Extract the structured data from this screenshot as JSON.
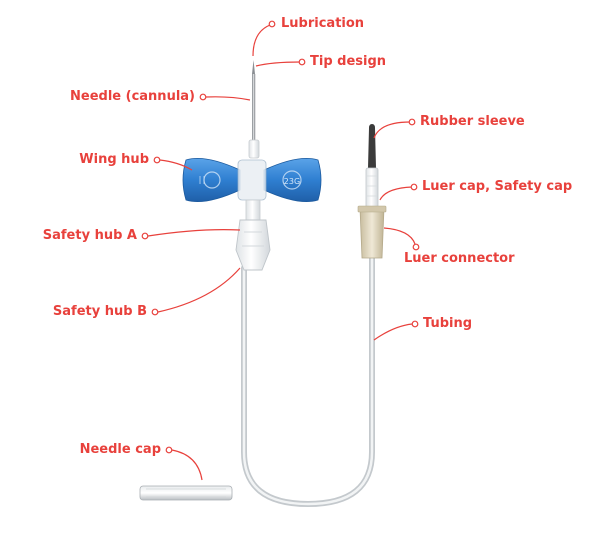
{
  "colors": {
    "label": "#e8413c",
    "wing": "#2f7fd1",
    "wing_dark": "#1f5fa8",
    "tube": "#d9dde0",
    "sleeve": "#3a3a3a",
    "connector": "#d8ceb8"
  },
  "labels": {
    "lubrication": "Lubrication",
    "tip_design": "Tip design",
    "needle": "Needle (cannula)",
    "rubber_sleeve": "Rubber sleeve",
    "wing_hub": "Wing hub",
    "luer_cap": "Luer cap, Safety cap",
    "safety_hub_a": "Safety hub A",
    "luer_connector": "Luer connector",
    "safety_hub_b": "Safety hub B",
    "tubing": "Tubing",
    "needle_cap": "Needle cap"
  },
  "wing_marks": {
    "gauge": "23G"
  }
}
